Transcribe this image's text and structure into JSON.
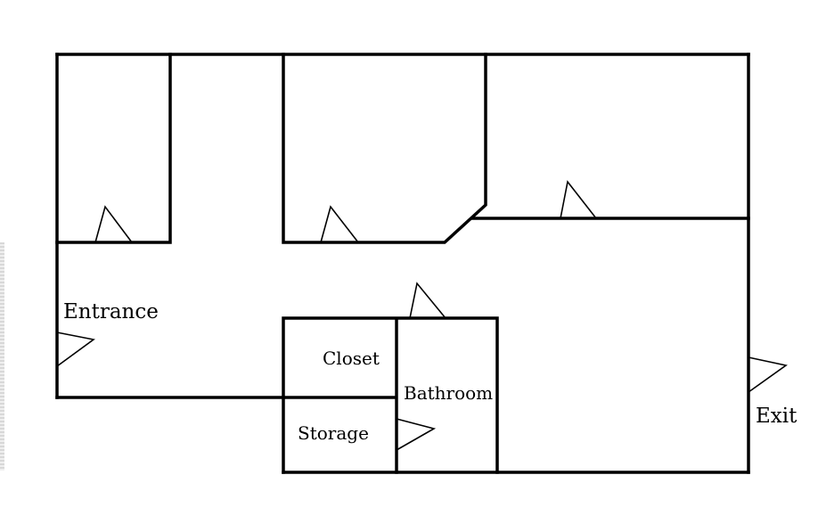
{
  "labels": {
    "entrance": "Entrance",
    "closet": "Closet",
    "bathroom": "Bathroom",
    "storage": "Storage",
    "exit": "Exit"
  },
  "colors": {
    "line": "#000000",
    "background": "#ffffff"
  }
}
